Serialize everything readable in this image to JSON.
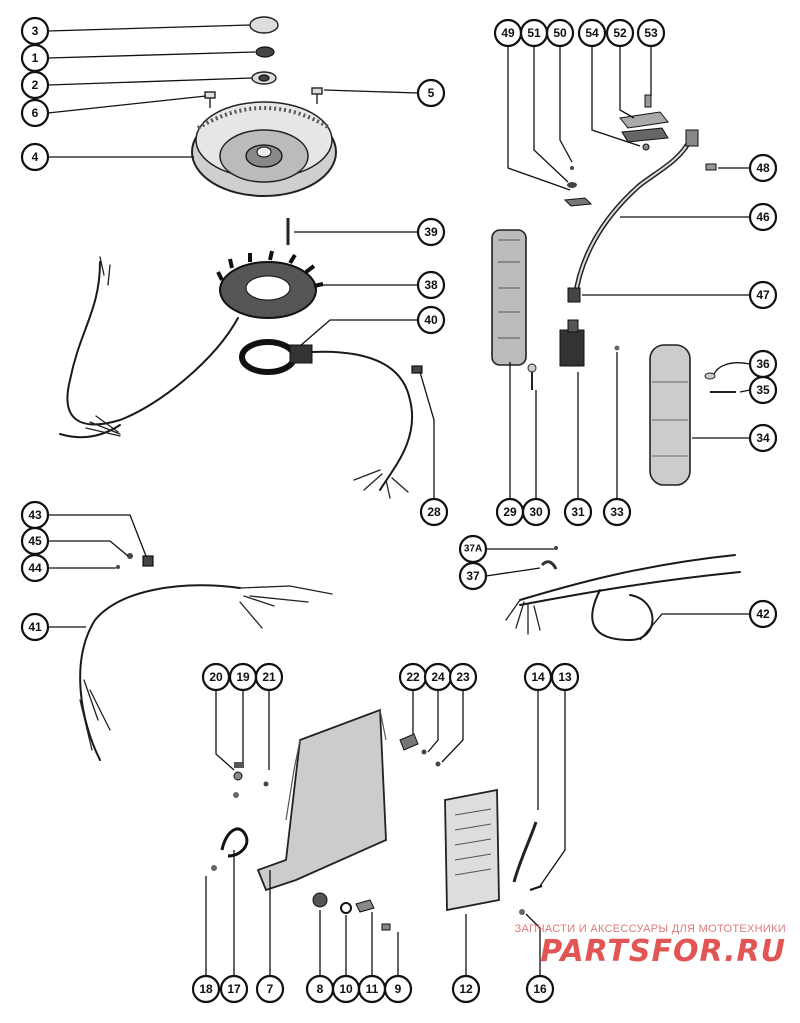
{
  "diagram": {
    "callouts": {
      "c1": "1",
      "c2": "2",
      "c3": "3",
      "c4": "4",
      "c5": "5",
      "c6": "6",
      "c7": "7",
      "c8": "8",
      "c9": "9",
      "c10": "10",
      "c11": "11",
      "c12": "12",
      "c13": "13",
      "c14": "14",
      "c16": "16",
      "c17": "17",
      "c18": "18",
      "c19": "19",
      "c20": "20",
      "c21": "21",
      "c22": "22",
      "c23": "23",
      "c24": "24",
      "c28": "28",
      "c29": "29",
      "c30": "30",
      "c31": "31",
      "c33": "33",
      "c34": "34",
      "c35": "35",
      "c36": "36",
      "c37": "37",
      "c37a": "37A",
      "c38": "38",
      "c39": "39",
      "c40": "40",
      "c41": "41",
      "c42": "42",
      "c43": "43",
      "c44": "44",
      "c45": "45",
      "c46": "46",
      "c47": "47",
      "c48": "48",
      "c49": "49",
      "c50": "50",
      "c51": "51",
      "c52": "52",
      "c53": "53",
      "c54": "54"
    }
  },
  "watermark": {
    "tagline": "ЗАПЧАСТИ И АКСЕССУАРЫ ДЛЯ МОТОТЕХНИКИ",
    "brand": "PARTSFOR.RU"
  }
}
